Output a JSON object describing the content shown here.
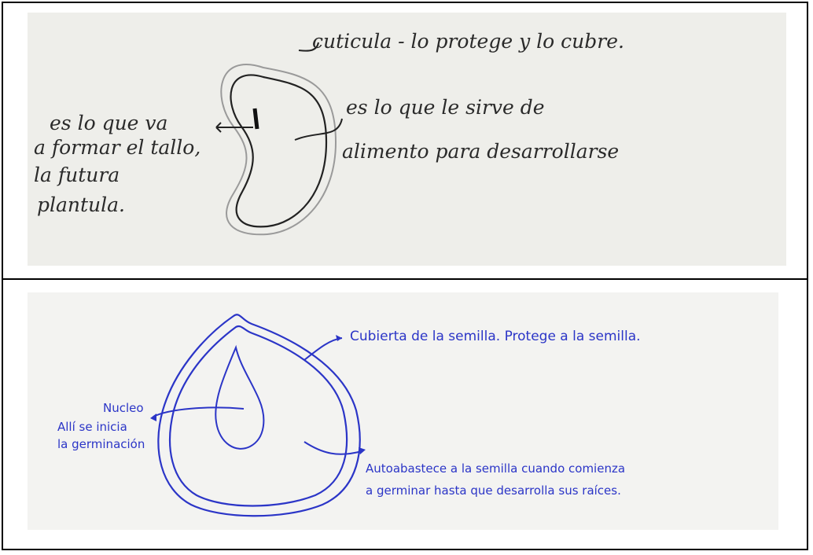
{
  "top_diagram": {
    "labels": {
      "cuticle": "cuticula - lo protege y lo cubre.",
      "left_line1": "es lo que va",
      "left_line2": "a formar el tallo,",
      "left_line3": "la futura",
      "left_line4": "plantula.",
      "right_line1": "es lo que le sirve de",
      "right_line2": "alimento para desarrollarse"
    },
    "ink_color": "#2a2a2a"
  },
  "bottom_diagram": {
    "labels": {
      "cover": "Cubierta de la semilla. Protege a la semilla.",
      "nucleus": "Nucleo",
      "nucleus_line2": "Allí se inicia",
      "nucleus_line3": "la germinación",
      "reserve_line1": "Autoabastece a la semilla cuando comienza",
      "reserve_line2": "a germinar hasta que desarrolla sus raíces."
    },
    "ink_color": "#2b35c7"
  }
}
